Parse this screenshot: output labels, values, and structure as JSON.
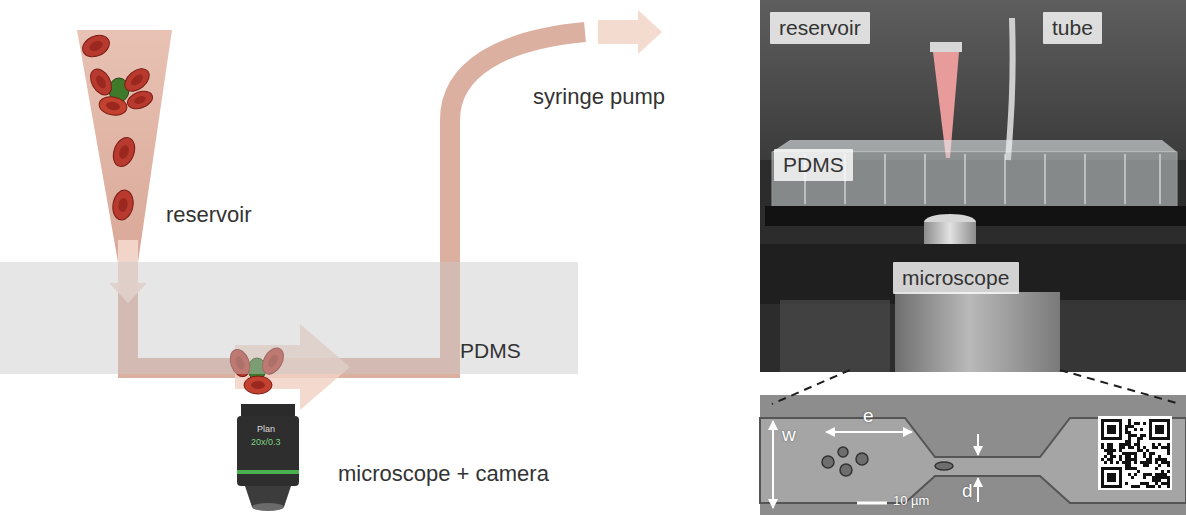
{
  "diagram": {
    "nodes": [
      {
        "text": [
          "PDMS"
        ]
      },
      {
        "text": [
          "reservoir"
        ]
      },
      {
        "text": [
          "tube"
        ]
      },
      {
        "text": [
          "PDMS"
        ]
      },
      {
        "text": [
          "microscope"
        ]
      }
    ],
    "labels": [
      "reservoir",
      "syringe pump",
      "microscope + camera",
      "Plan",
      "20x/0.3",
      "e",
      "w",
      "d",
      "10 µm"
    ]
  }
}
